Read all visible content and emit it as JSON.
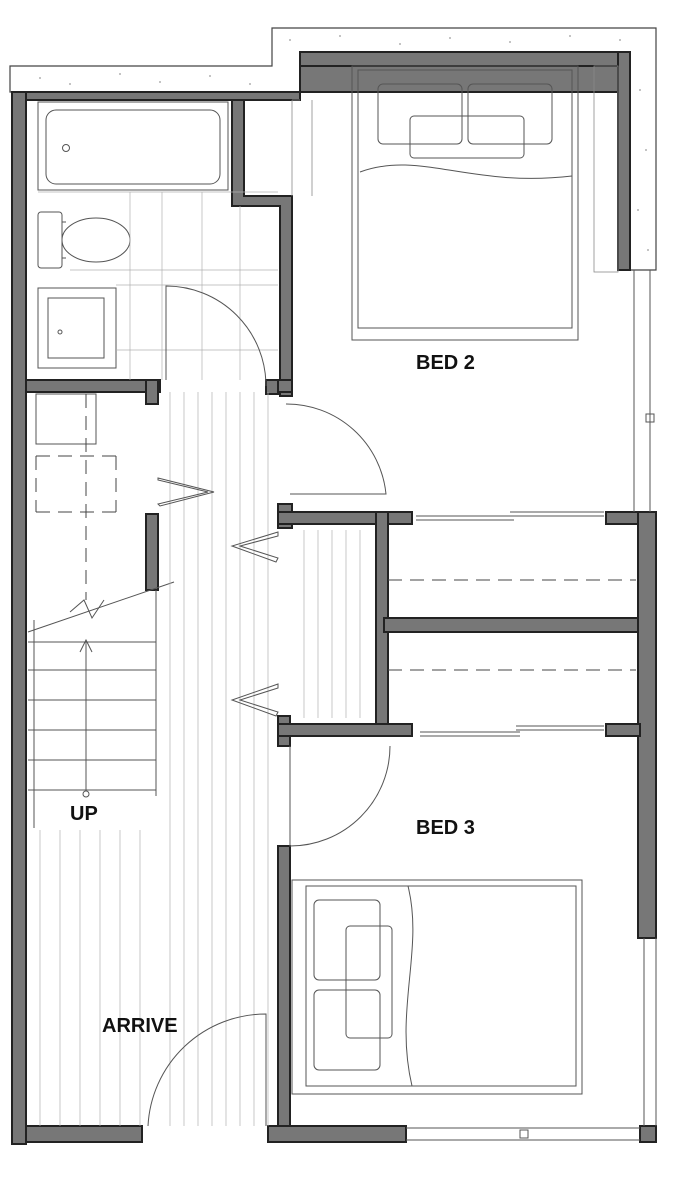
{
  "rooms": {
    "bed2": "BED 2",
    "bed3": "BED 3",
    "stair": "UP",
    "entry": "ARRIVE"
  },
  "colors": {
    "wall_fill": "#777777",
    "wall_outline": "#222222",
    "line": "#555555",
    "background": "#ffffff"
  }
}
